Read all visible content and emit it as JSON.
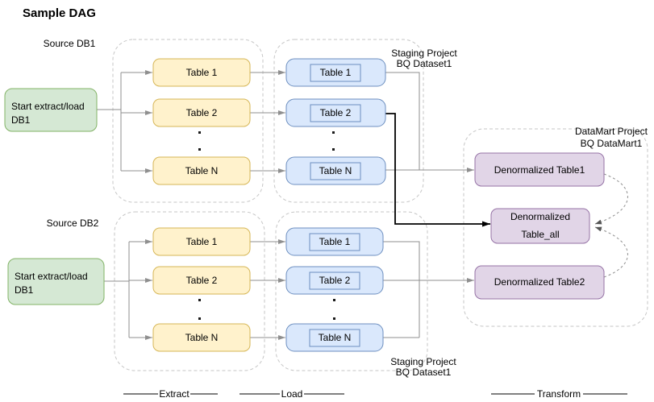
{
  "title": "Sample DAG",
  "colors": {
    "green_fill": "#d5e8d4",
    "green_stroke": "#82b366",
    "yellow_fill": "#fff2cc",
    "yellow_stroke": "#d6b656",
    "blue_fill": "#dae8fc",
    "blue_stroke": "#6c8ebf",
    "purple_fill": "#e1d5e7",
    "purple_stroke": "#9673a6",
    "container_stroke": "#c6c6c6",
    "line": "#8f8f8f",
    "black_line": "#000000"
  },
  "sources": {
    "db1": {
      "label": "Source DB1",
      "start": [
        "Start extract/load",
        "DB1"
      ]
    },
    "db2": {
      "label": "Source DB2",
      "start": [
        "Start extract/load",
        "DB1"
      ]
    }
  },
  "extract_tables": [
    "Table 1",
    "Table 2",
    "Table N"
  ],
  "load_tables": [
    "Table 1",
    "Table 2",
    "Table N"
  ],
  "staging_label": [
    "Staging Project",
    "BQ Dataset1"
  ],
  "datamart_label": [
    "DataMart Project",
    "BQ DataMart1"
  ],
  "datamart_nodes": {
    "t1": "Denormalized Table1",
    "all": [
      "Denormalized",
      "Table_all"
    ],
    "t2": "Denormalized Table2"
  },
  "phases": {
    "extract": "Extract",
    "load": "Load",
    "transform": "Transform"
  }
}
